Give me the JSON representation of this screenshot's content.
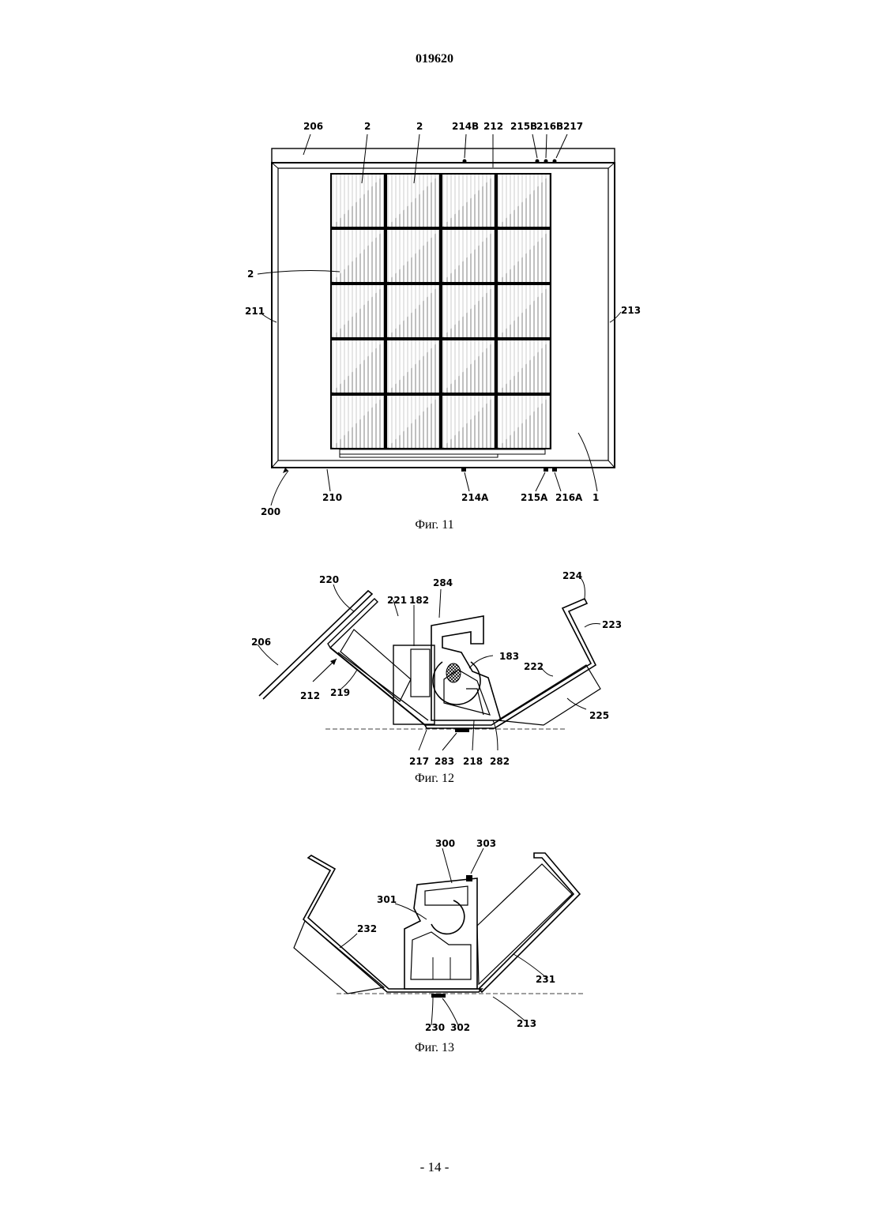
{
  "header": {
    "document_number": "019620"
  },
  "footer": {
    "page_number": "- 14 -"
  },
  "figures": {
    "fig11": {
      "caption": "Фиг. 11",
      "labels": {
        "l206": "206",
        "l2a": "2",
        "l2b": "2",
        "l214B": "214B",
        "l212": "212",
        "l215B": "215B",
        "l216B": "216B",
        "l217": "217",
        "l2c": "2",
        "l211": "211",
        "l213": "213",
        "l210": "210",
        "l214A": "214A",
        "l215A": "215A",
        "l216A": "216A",
        "l1": "1",
        "l200": "200"
      }
    },
    "fig12": {
      "caption": "Фиг. 12",
      "labels": {
        "l220": "220",
        "l221": "221",
        "l182": "182",
        "l284": "284",
        "l224": "224",
        "l223": "223",
        "l206": "206",
        "l183": "183",
        "l222": "222",
        "l212": "212",
        "l219": "219",
        "l225": "225",
        "l217": "217",
        "l283": "283",
        "l218": "218",
        "l282": "282"
      }
    },
    "fig13": {
      "caption": "Фиг. 13",
      "labels": {
        "l300": "300",
        "l303": "303",
        "l301": "301",
        "l232": "232",
        "l231": "231",
        "l230": "230",
        "l302": "302",
        "l213": "213"
      }
    }
  }
}
